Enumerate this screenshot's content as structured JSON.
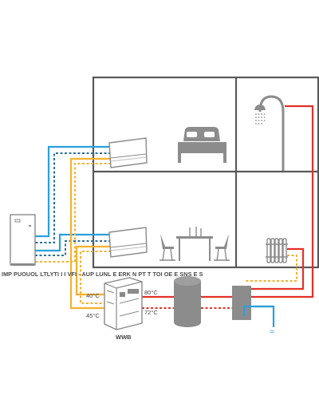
{
  "labels": {
    "caption": "IMP PUOUOL LTLYTI I I VFI - AUP LUNL E ERK N PT T TOI OE E SNS E S",
    "temp_40": "40°C",
    "temp_45": "45°C",
    "temp_80": "80°C",
    "temp_72": "72°C",
    "wwb": "WWB",
    "water_symbol": "≈"
  },
  "icons": [
    "bed-icon",
    "shower-icon",
    "dining-table-icon",
    "radiator-icon",
    "fan-coil-icon",
    "heat-pump-icon",
    "boiler-icon",
    "storage-tank-icon",
    "heat-exchanger-icon"
  ],
  "colors": {
    "walls": "#58595b",
    "cold_pipe": "#2aa0dc",
    "warm_pipe": "#f6b12e",
    "hot_pipe": "#e2312b",
    "equipment": "#8a8a8a",
    "icon_gray": "#8c8c8c"
  }
}
